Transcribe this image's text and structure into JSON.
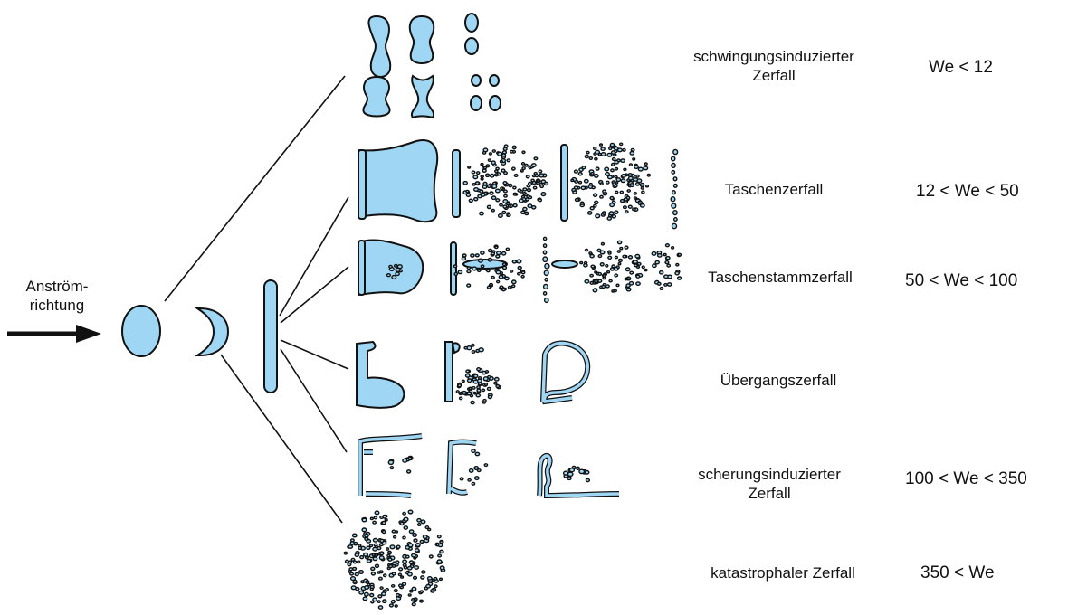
{
  "flow_direction": {
    "line1": "Anström-",
    "line2": "richtung"
  },
  "regimes": [
    {
      "name": "schwingungsinduzierter Zerfall",
      "name_line1": "schwingungsinduzierter",
      "name_line2": "Zerfall",
      "range": "We < 12"
    },
    {
      "name": "Taschenzerfall",
      "range": "12 < We < 50"
    },
    {
      "name": "Taschenstammzerfall",
      "range": "50 < We < 100"
    },
    {
      "name": "Übergangszerfall",
      "range": ""
    },
    {
      "name": "scherungsinduzierter Zerfall",
      "name_line1": "scherungsinduzierter",
      "name_line2": "Zerfall",
      "range": "100 < We < 350"
    },
    {
      "name": "katastrophaler Zerfall",
      "range": "350 < We"
    }
  ],
  "colors": {
    "droplet_fill": "#9fd6f3",
    "outline": "#111111",
    "background": "#ffffff"
  }
}
